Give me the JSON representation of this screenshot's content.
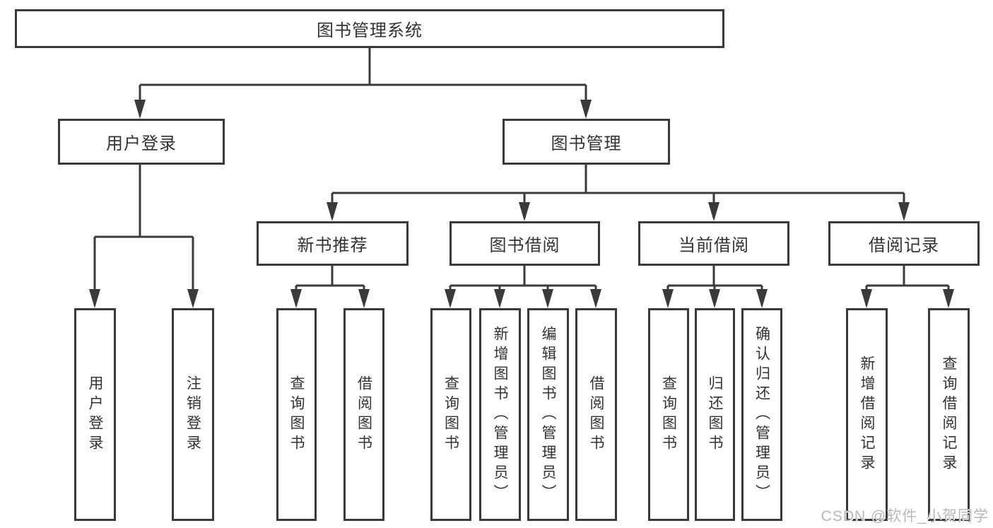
{
  "diagram": {
    "root": {
      "label": "图书管理系统"
    },
    "branches": [
      {
        "label": "用户登录",
        "children": [
          {
            "label": "用户登录"
          },
          {
            "label": "注销登录"
          }
        ]
      },
      {
        "label": "图书管理",
        "children": [
          {
            "label": "新书推荐",
            "children": [
              {
                "label": "查询图书"
              },
              {
                "label": "借阅图书"
              }
            ]
          },
          {
            "label": "图书借阅",
            "children": [
              {
                "label": "查询图书"
              },
              {
                "label": "新增图书（管理员）"
              },
              {
                "label": "编辑图书（管理员）"
              },
              {
                "label": "借阅图书"
              }
            ]
          },
          {
            "label": "当前借阅",
            "children": [
              {
                "label": "查询图书"
              },
              {
                "label": "归还图书"
              },
              {
                "label": "确认归还（管理员）"
              }
            ]
          },
          {
            "label": "借阅记录",
            "children": [
              {
                "label": "新增借阅记录"
              },
              {
                "label": "查询借阅记录"
              }
            ]
          }
        ]
      }
    ]
  },
  "watermark": {
    "text": "CSDN @软件_小贺同学"
  },
  "colors": {
    "line": "#3a3a3a",
    "box_border": "#3a3a3a",
    "box_fill": "#ffffff",
    "text": "#333333",
    "watermark": "#b8b8b8",
    "background": "#ffffff"
  }
}
